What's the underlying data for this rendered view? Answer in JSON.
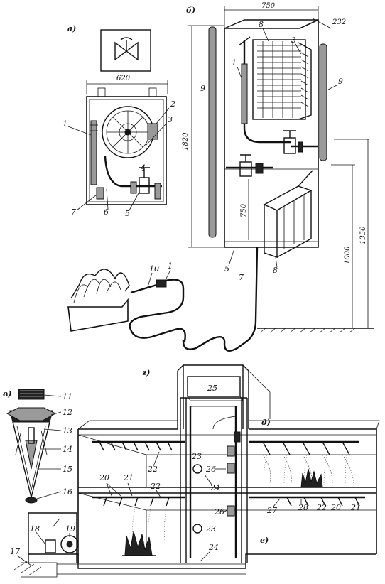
{
  "panels": {
    "a": {
      "letter": "а)",
      "width_dim": "620"
    },
    "b": {
      "letter": "б)",
      "width_dim": "750",
      "depth_dim": "232",
      "height_dim": "1820",
      "inner_dim": "750",
      "floor_dim_1": "1000",
      "floor_dim_2": "1350"
    },
    "c": {
      "letter": "в)"
    },
    "d": {
      "letter_g": "г)",
      "letter_d": "д)",
      "letter_e": "е)"
    }
  },
  "labels": {
    "a": [
      "1",
      "2",
      "3",
      "4",
      "5",
      "6",
      "7"
    ],
    "b": [
      "8",
      "3",
      "1",
      "9",
      "9",
      "5",
      "7",
      "8"
    ],
    "hose": [
      "10",
      "1"
    ],
    "c": [
      "11",
      "12",
      "13",
      "14",
      "15",
      "16"
    ],
    "d": [
      "25",
      "23",
      "26",
      "22",
      "20",
      "21",
      "22",
      "24",
      "23",
      "26",
      "24",
      "27",
      "28",
      "22",
      "20",
      "21",
      "18",
      "19",
      "17"
    ]
  }
}
